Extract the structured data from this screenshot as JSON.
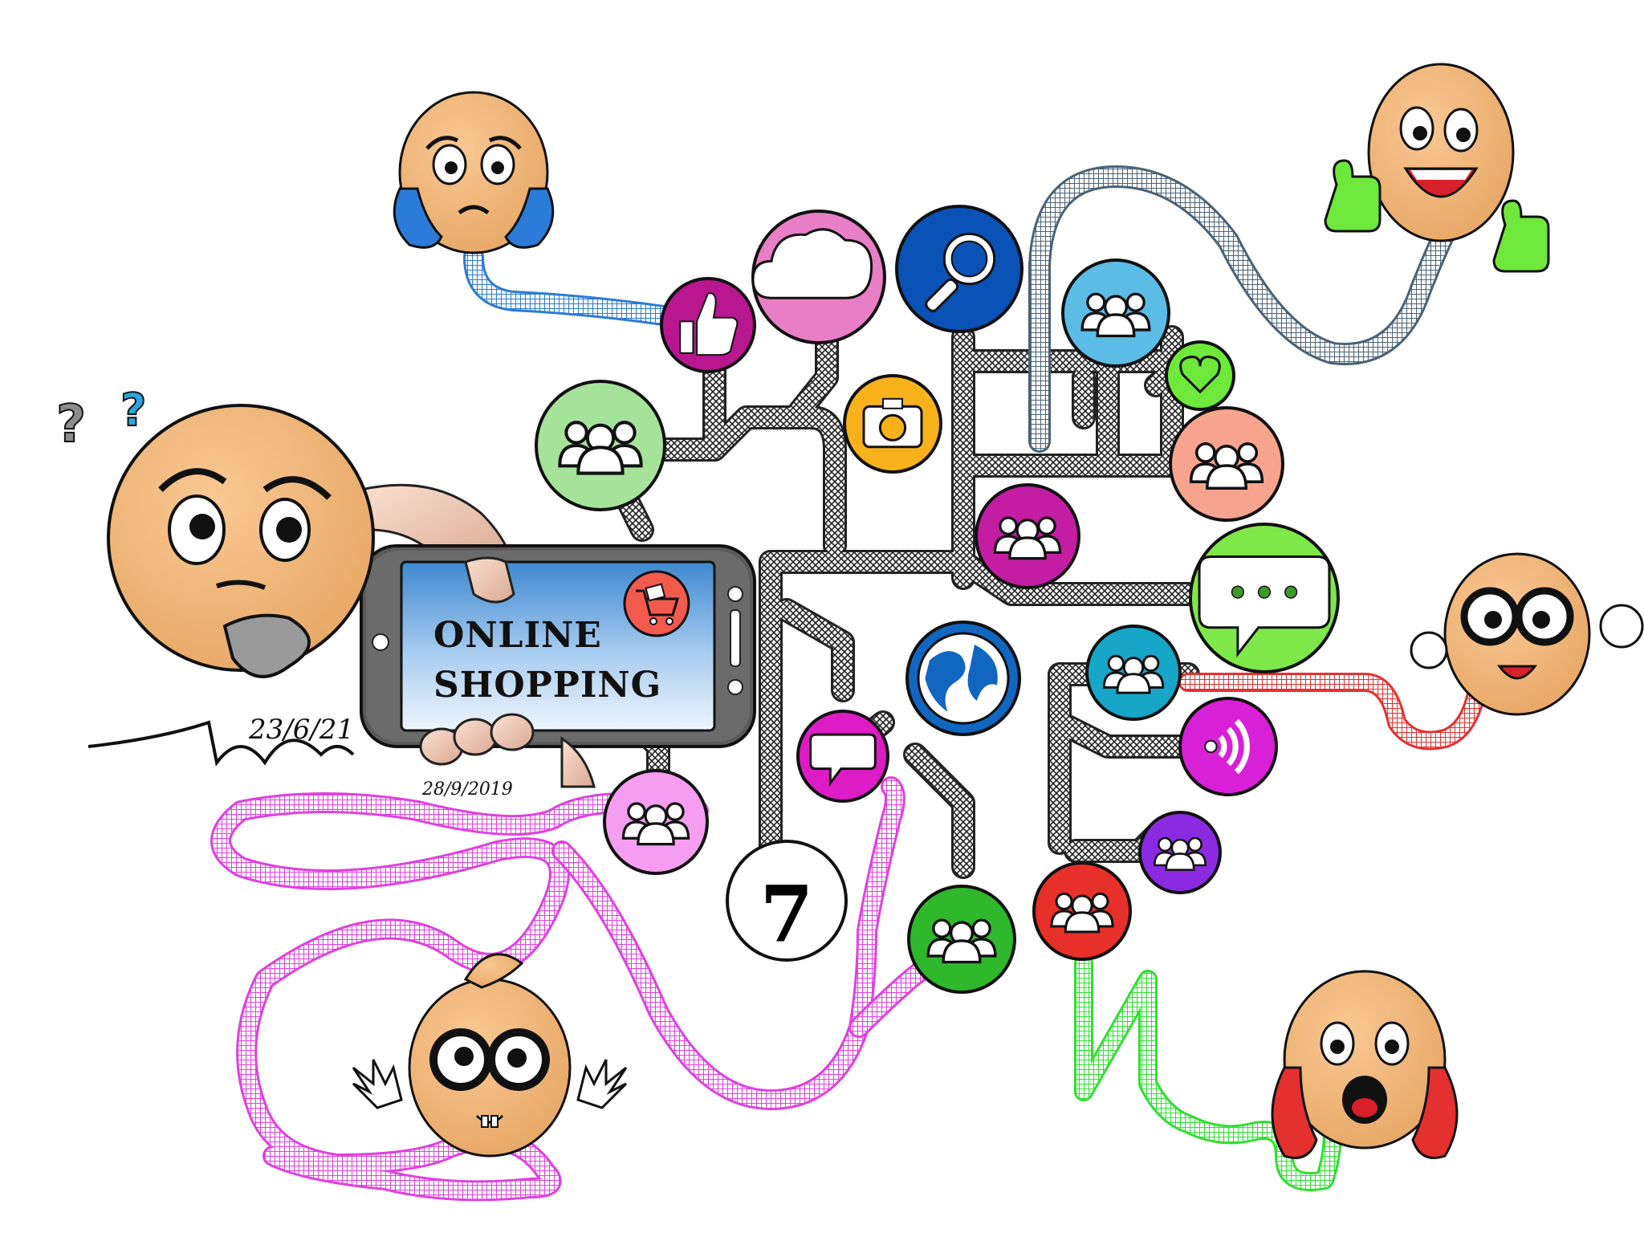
{
  "phone": {
    "line1": "ONLINE",
    "line2": "SHOPPING"
  },
  "signatures": {
    "main_date": "23/6/21",
    "phone_date": "28/9/2019"
  },
  "number_badge": "7",
  "colors": {
    "blue_path": "#2a7bd6",
    "slate_path": "#4a6278",
    "magenta_path": "#e040e0",
    "red_path": "#e53030",
    "green_path": "#30e030",
    "maze_path": "#2a2a2a",
    "face": "#f3b77a",
    "phone_screen_top": "#3e88d0",
    "phone_screen_bottom": "#e8f1fb"
  },
  "icons": [
    {
      "name": "like-icon",
      "symbol": "thumbs-up",
      "color": "#b8178f"
    },
    {
      "name": "cloud-icon",
      "symbol": "cloud",
      "color": "#e87fc6"
    },
    {
      "name": "search-icon",
      "symbol": "magnifier",
      "color": "#0a52b6"
    },
    {
      "name": "group-icon-top-right",
      "symbol": "group",
      "color": "#5bbde6"
    },
    {
      "name": "heart-icon",
      "symbol": "heart",
      "color": "#6ee83a"
    },
    {
      "name": "camera-icon",
      "symbol": "camera",
      "color": "#f7b21b"
    },
    {
      "name": "group-icon-green-left",
      "symbol": "group",
      "color": "#a6e39a"
    },
    {
      "name": "group-icon-salmon",
      "symbol": "group",
      "color": "#f7a48e"
    },
    {
      "name": "group-icon-magenta",
      "symbol": "group",
      "color": "#c21da3"
    },
    {
      "name": "chat-icon",
      "symbol": "chat-bubble",
      "color": "#7ee84a"
    },
    {
      "name": "globe-icon",
      "symbol": "globe",
      "color": "#1166c0"
    },
    {
      "name": "group-icon-cyan",
      "symbol": "group",
      "color": "#18a6c8"
    },
    {
      "name": "rss-icon",
      "symbol": "signal",
      "color": "#d820d6"
    },
    {
      "name": "message-icon",
      "symbol": "speech-bubble",
      "color": "#de1cc6"
    },
    {
      "name": "group-icon-pink",
      "symbol": "group",
      "color": "#f59df0"
    },
    {
      "name": "number-seven-icon",
      "symbol": "seven",
      "color": "#ffffff"
    },
    {
      "name": "group-icon-green",
      "symbol": "group",
      "color": "#30b82c"
    },
    {
      "name": "group-icon-red",
      "symbol": "group",
      "color": "#e8302a"
    },
    {
      "name": "group-icon-purple",
      "symbol": "group",
      "color": "#8a2be2"
    },
    {
      "name": "shopping-cart-icon",
      "symbol": "cart",
      "color": "#f25a4e"
    }
  ],
  "characters": [
    {
      "name": "worried-face-character",
      "mood": "worried",
      "glove": "#2b7bd8"
    },
    {
      "name": "happy-thumbs-up-character",
      "mood": "happy",
      "glove": "#6ee83a"
    },
    {
      "name": "thinking-face-character",
      "mood": "thinking",
      "glove": "#9a9a9a"
    },
    {
      "name": "glasses-face-character",
      "mood": "cheerful",
      "glove": "#ffffff"
    },
    {
      "name": "nerd-face-character",
      "mood": "nerdy",
      "glove": "#ffffff"
    },
    {
      "name": "shocked-face-character",
      "mood": "shocked",
      "glove": "#e53030"
    }
  ]
}
